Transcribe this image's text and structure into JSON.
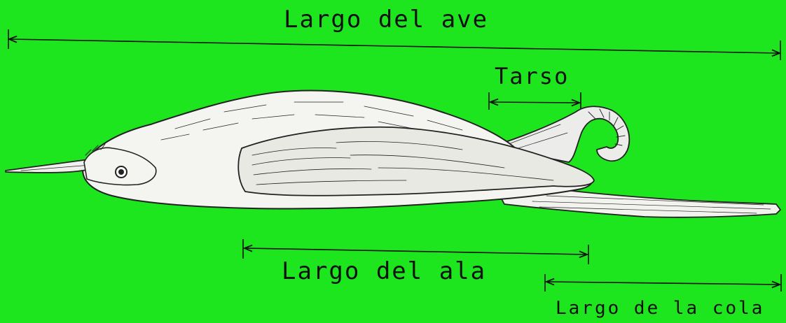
{
  "background_color": "#1ee61e",
  "ink_color": "#111111",
  "illustration": "bird-specimen-side-view",
  "measurements": {
    "bird_length": "Largo del ave",
    "tarsus": "Tarso",
    "wing_length": "Largo del ala",
    "tail_length": "Largo de la cola"
  }
}
